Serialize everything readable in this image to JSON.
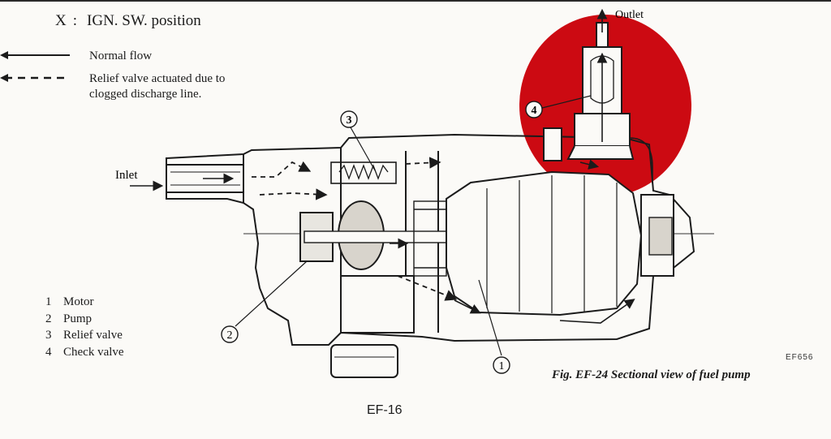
{
  "legend": {
    "x_symbol": "X",
    "x_separator": ":",
    "x_text": "IGN. SW. position",
    "normal_flow": "Normal flow",
    "relief_flow_line1": "Relief valve actuated due to",
    "relief_flow_line2": "clogged discharge line."
  },
  "labels": {
    "inlet": "Inlet",
    "outlet": "Outlet",
    "callout_1": "1",
    "callout_2": "2",
    "callout_3": "3",
    "callout_4": "4"
  },
  "parts": [
    {
      "num": "1",
      "name": "Motor"
    },
    {
      "num": "2",
      "name": "Pump"
    },
    {
      "num": "3",
      "name": "Relief valve"
    },
    {
      "num": "4",
      "name": "Check valve"
    }
  ],
  "figure": {
    "code": "EF656",
    "caption": "Fig. EF-24 Sectional view of fuel pump"
  },
  "page_number": "EF-16",
  "colors": {
    "ink": "#1b1b1b",
    "highlight": "#cc0a12",
    "paper": "#fbfaf7"
  }
}
